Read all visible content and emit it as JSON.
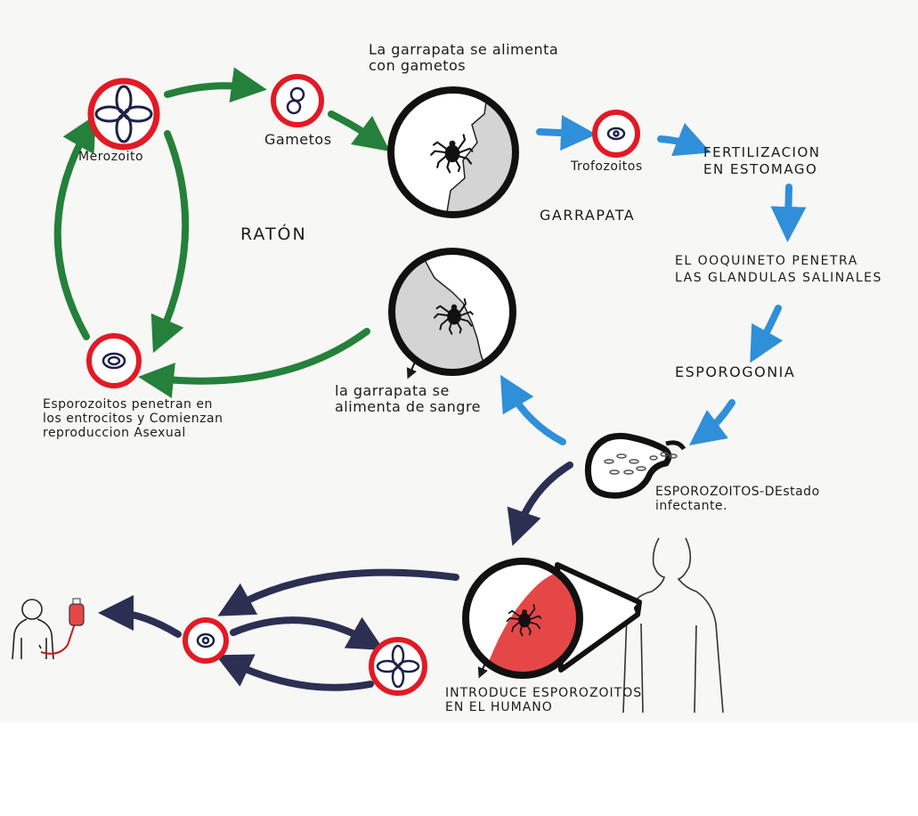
{
  "colors": {
    "mouse_cycle": "#24803a",
    "tick_cycle": "#2f8fd8",
    "human_cycle": "#2b2f52",
    "cell_ring": "#e21a25",
    "blood": "#e54747",
    "ink": "#1c1c1c"
  },
  "labels": {
    "raton": "RATÓN",
    "garrapata": "GARRAPATA",
    "merozoito": "Merozoito",
    "gametos": "Gametos",
    "tick_feeds_gametes": "La garrapata se alimenta\ncon gametos",
    "trofozoitos": "Trofozoitos",
    "fertilization": "FERTILIZACION\nEN ESTOMAGO",
    "ookinete": "EL OOQUINETO PENETRA\nLAS GLANDULAS SALINALES",
    "esporogonia": "ESPOROGONIA",
    "esporozoitos_infective": "ESPOROZOITOS-DEstado\ninfectante.",
    "tick_feeds_blood": "la garrapata se\nalimenta de sangre",
    "esporozoitos_penetrate": "Esporozoitos penetran en\nlos entrocitos y Comienzan\nreproduccion Asexual",
    "introduce_human": "INTRODUCE ESPOROZOITOS\nEN EL HUMANO"
  },
  "icons": {
    "merozoite": "four-petal-merozoite-icon",
    "gamete": "gamete-icon",
    "tick": "tick-icon",
    "trophozoite": "trophozoite-icon",
    "salivary_gland": "salivary-gland-icon",
    "human": "human-silhouette-icon",
    "blood_bag": "blood-bag-icon"
  }
}
